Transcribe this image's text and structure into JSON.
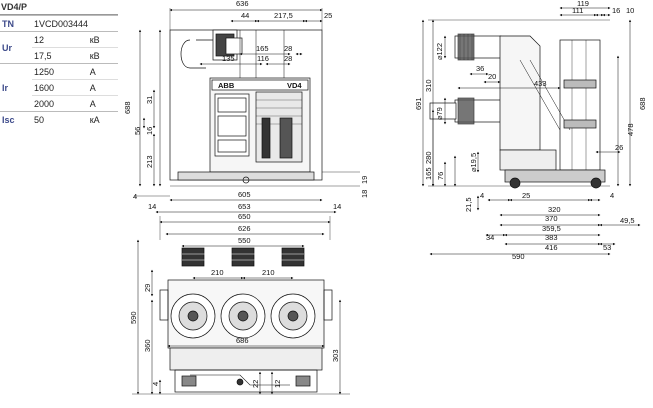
{
  "spec_table": {
    "title": "VD4/P",
    "rows": [
      {
        "key": "TN",
        "value": "1VCD003444",
        "unit": ""
      },
      {
        "key": "Ur",
        "value": "12",
        "unit": "кВ"
      },
      {
        "key": "",
        "value": "17,5",
        "unit": "кВ"
      },
      {
        "key": "Ir",
        "value": "1250",
        "unit": "А"
      },
      {
        "key": "",
        "value": "1600",
        "unit": "А"
      },
      {
        "key": "",
        "value": "2000",
        "unit": "А"
      },
      {
        "key": "Isc",
        "value": "50",
        "unit": "кА"
      }
    ]
  },
  "front_view": {
    "dims": {
      "w636": "636",
      "w44": "44",
      "w217": "217,5",
      "w25": "25",
      "w165": "165",
      "w28a": "28",
      "w135": "135",
      "w116": "116",
      "w28b": "28",
      "h688": "688",
      "h31": "31",
      "h56": "56",
      "h16": "16",
      "h213": "213",
      "h4": "4",
      "h19": "19",
      "h18": "18",
      "w605": "605",
      "w653": "653",
      "w14a": "14",
      "w14b": "14"
    },
    "logo_left": "ABB",
    "logo_right": "VD4"
  },
  "side_view": {
    "dims": {
      "w119": "119",
      "w111": "111",
      "w16": "16",
      "w10": "10",
      "d122": "⌀122",
      "w36": "36",
      "w20": "20",
      "w433": "433",
      "h310": "310",
      "h691": "691",
      "d79": "⌀79",
      "h688": "688",
      "h478": "478",
      "h280": "280",
      "d19": "⌀19,5",
      "h76": "76",
      "h165": "165",
      "w26": "26",
      "h21": "21,5",
      "h4": "4",
      "w25": "25",
      "w320": "320",
      "w4": "4",
      "w370": "370",
      "w359": "359,5",
      "w49": "49,5",
      "w34": "34",
      "w383": "383",
      "w416": "416",
      "w53": "53",
      "w590": "590"
    }
  },
  "top_view": {
    "dims": {
      "w650": "650",
      "w626": "626",
      "w550": "550",
      "w210a": "210",
      "w210b": "210",
      "h29": "29",
      "h590": "590",
      "h360": "360",
      "w686": "686",
      "h303": "303",
      "h4": "4",
      "h22": "22",
      "h12": "12"
    }
  }
}
